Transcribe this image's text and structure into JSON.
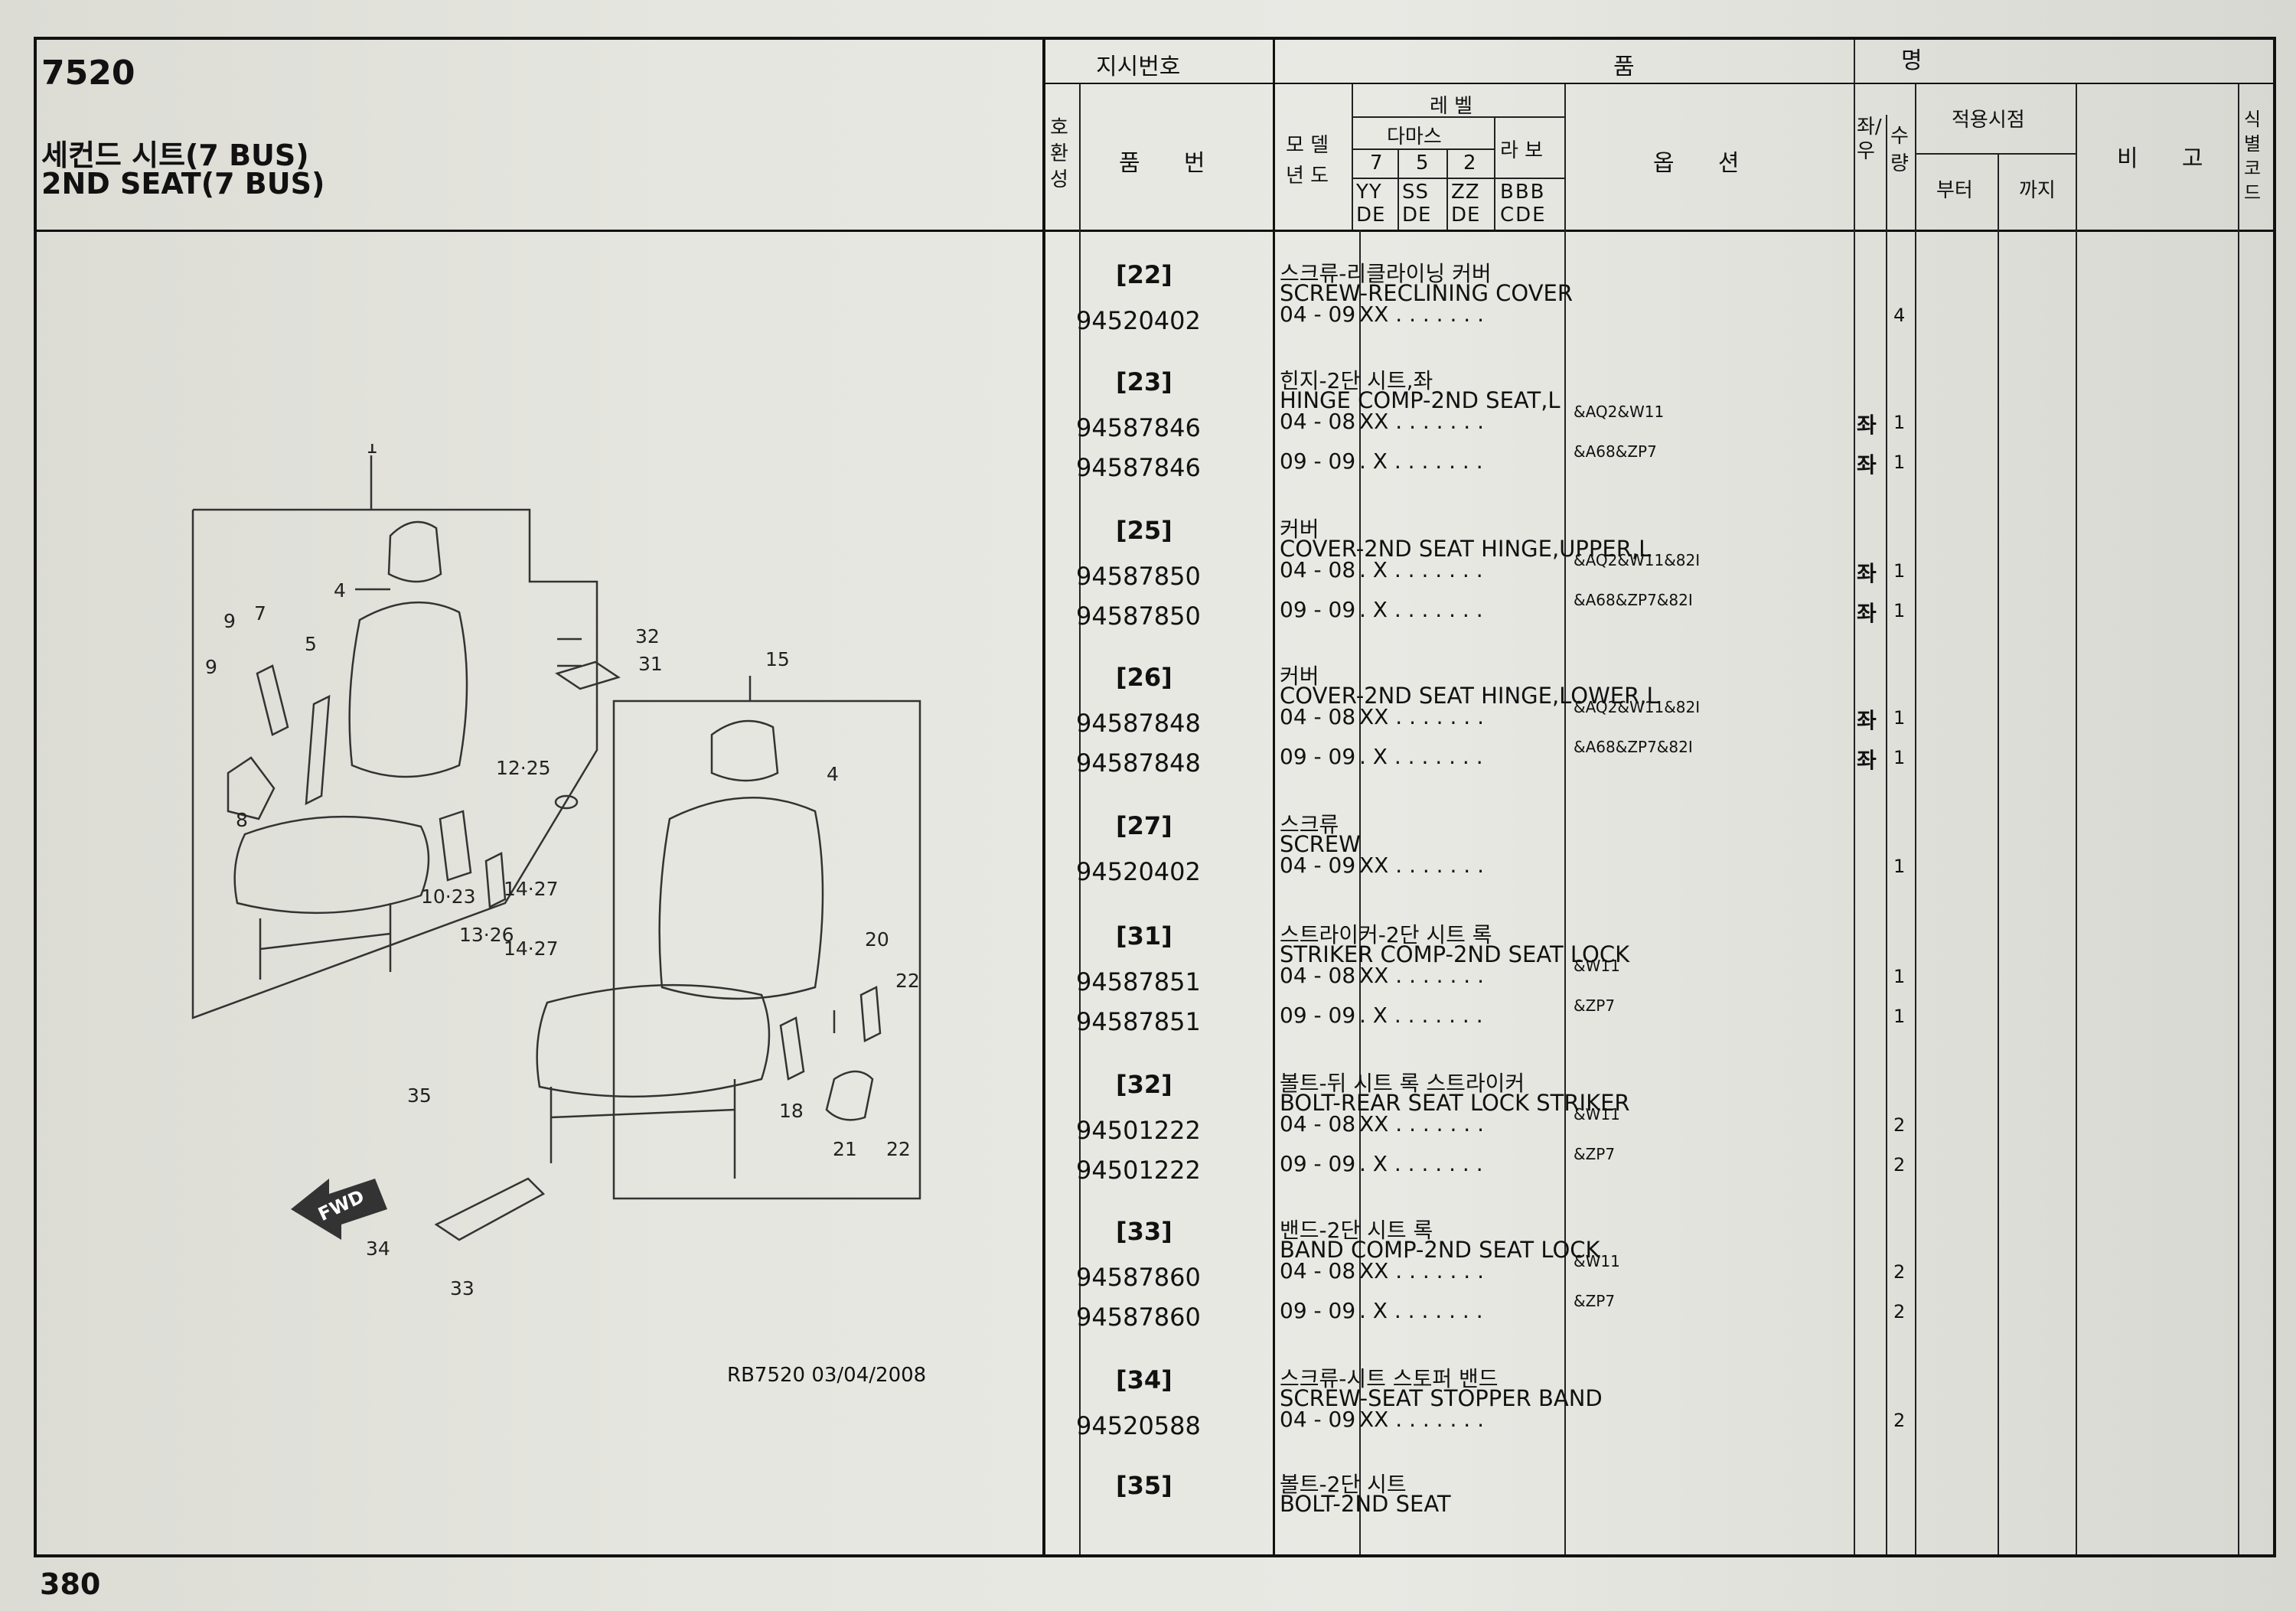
{
  "header": {
    "section_code": "7520",
    "title_ko": "세컨드 시트(7 BUS)",
    "title_en": "2ND SEAT(7 BUS)",
    "col_instruction": "지시번호",
    "col_item_a": "품",
    "col_item_b": "명",
    "col_interchange": "호환성",
    "col_part_no": "품      번",
    "col_model_year": "모 델\n년 도",
    "col_level": "레 벨",
    "col_damas": "다마스",
    "col_labo": "라 보",
    "sub_7": "7",
    "sub_5": "5",
    "sub_2": "2",
    "sub_yyde": "YY DE",
    "sub_ssde": "SS DE",
    "sub_zzde": "ZZ DE",
    "sub_bbbcde": "BBB CDE",
    "col_option": "옵      션",
    "col_lr": "좌/우",
    "col_qty": "수량",
    "col_apply": "적용시점",
    "col_from": "부터",
    "col_to": "까지",
    "col_remark": "비      고",
    "col_id_code": "식별코드"
  },
  "parts": [
    {
      "ref": "[22]",
      "name_ko": "스크류-리클라이닝 커버",
      "name_en": "SCREW-RECLINING COVER",
      "rows": [
        {
          "part_no": "94520402",
          "years": "04 - 09",
          "flags": "XX . . . . . . .",
          "option": "",
          "side": "",
          "qty": "4"
        }
      ]
    },
    {
      "ref": "[23]",
      "name_ko": "힌지-2단 시트,좌",
      "name_en": "HINGE COMP-2ND SEAT,L",
      "rows": [
        {
          "part_no": "94587846",
          "years": "04 - 08",
          "flags": "XX . . . . . . .",
          "option": "&AQ2&W11",
          "side": "좌",
          "qty": "1"
        },
        {
          "part_no": "94587846",
          "years": "09 - 09",
          "flags": ". X . . . . . . .",
          "option": "&A68&ZP7",
          "side": "좌",
          "qty": "1"
        }
      ]
    },
    {
      "ref": "[25]",
      "name_ko": "커버",
      "name_en": "COVER-2ND SEAT HINGE,UPPER,L",
      "rows": [
        {
          "part_no": "94587850",
          "years": "04 - 08",
          "flags": ". X . . . . . . .",
          "option": "&AQ2&W11&82I",
          "side": "좌",
          "qty": "1"
        },
        {
          "part_no": "94587850",
          "years": "09 - 09",
          "flags": ". X . . . . . . .",
          "option": "&A68&ZP7&82I",
          "side": "좌",
          "qty": "1"
        }
      ]
    },
    {
      "ref": "[26]",
      "name_ko": "커버",
      "name_en": "COVER-2ND SEAT HINGE,LOWER,L",
      "rows": [
        {
          "part_no": "94587848",
          "years": "04 - 08",
          "flags": "XX . . . . . . .",
          "option": "&AQ2&W11&82I",
          "side": "좌",
          "qty": "1"
        },
        {
          "part_no": "94587848",
          "years": "09 - 09",
          "flags": ". X . . . . . . .",
          "option": "&A68&ZP7&82I",
          "side": "좌",
          "qty": "1"
        }
      ]
    },
    {
      "ref": "[27]",
      "name_ko": "스크류",
      "name_en": "SCREW",
      "rows": [
        {
          "part_no": "94520402",
          "years": "04 - 09",
          "flags": "XX . . . . . . .",
          "option": "",
          "side": "",
          "qty": "1"
        }
      ]
    },
    {
      "ref": "[31]",
      "name_ko": "스트라이커-2단 시트 록",
      "name_en": "STRIKER COMP-2ND SEAT LOCK",
      "rows": [
        {
          "part_no": "94587851",
          "years": "04 - 08",
          "flags": "XX . . . . . . .",
          "option": "&W11",
          "side": "",
          "qty": "1"
        },
        {
          "part_no": "94587851",
          "years": "09 - 09",
          "flags": ". X . . . . . . .",
          "option": "&ZP7",
          "side": "",
          "qty": "1"
        }
      ]
    },
    {
      "ref": "[32]",
      "name_ko": "볼트-뒤 시트 록 스트라이커",
      "name_en": "BOLT-REAR SEAT LOCK STRIKER",
      "rows": [
        {
          "part_no": "94501222",
          "years": "04 - 08",
          "flags": "XX . . . . . . .",
          "option": "&W11",
          "side": "",
          "qty": "2"
        },
        {
          "part_no": "94501222",
          "years": "09 - 09",
          "flags": ". X . . . . . . .",
          "option": "&ZP7",
          "side": "",
          "qty": "2"
        }
      ]
    },
    {
      "ref": "[33]",
      "name_ko": "밴드-2단 시트 록",
      "name_en": "BAND COMP-2ND SEAT LOCK",
      "rows": [
        {
          "part_no": "94587860",
          "years": "04 - 08",
          "flags": "XX . . . . . . .",
          "option": "&W11",
          "side": "",
          "qty": "2"
        },
        {
          "part_no": "94587860",
          "years": "09 - 09",
          "flags": ". X . . . . . . .",
          "option": "&ZP7",
          "side": "",
          "qty": "2"
        }
      ]
    },
    {
      "ref": "[34]",
      "name_ko": "스크류-시트 스토퍼 밴드",
      "name_en": "SCREW-SEAT STOPPER BAND",
      "rows": [
        {
          "part_no": "94520588",
          "years": "04 - 09",
          "flags": "XX . . . . . . .",
          "option": "",
          "side": "",
          "qty": "2"
        }
      ]
    },
    {
      "ref": "[35]",
      "name_ko": "볼트-2단 시트",
      "name_en": "BOLT-2ND SEAT",
      "rows": []
    }
  ],
  "diagram": {
    "callouts": [
      "1",
      "4",
      "9",
      "7",
      "5",
      "9",
      "8",
      "12·25",
      "10·23",
      "13·26",
      "14·27",
      "14·27",
      "32",
      "31",
      "15",
      "4",
      "20",
      "22",
      "18",
      "21",
      "22",
      "35",
      "34",
      "33"
    ],
    "fwd_label": "FWD"
  },
  "footer": {
    "drawing_ref": "RB7520  03/04/2008",
    "page_number": "380"
  }
}
